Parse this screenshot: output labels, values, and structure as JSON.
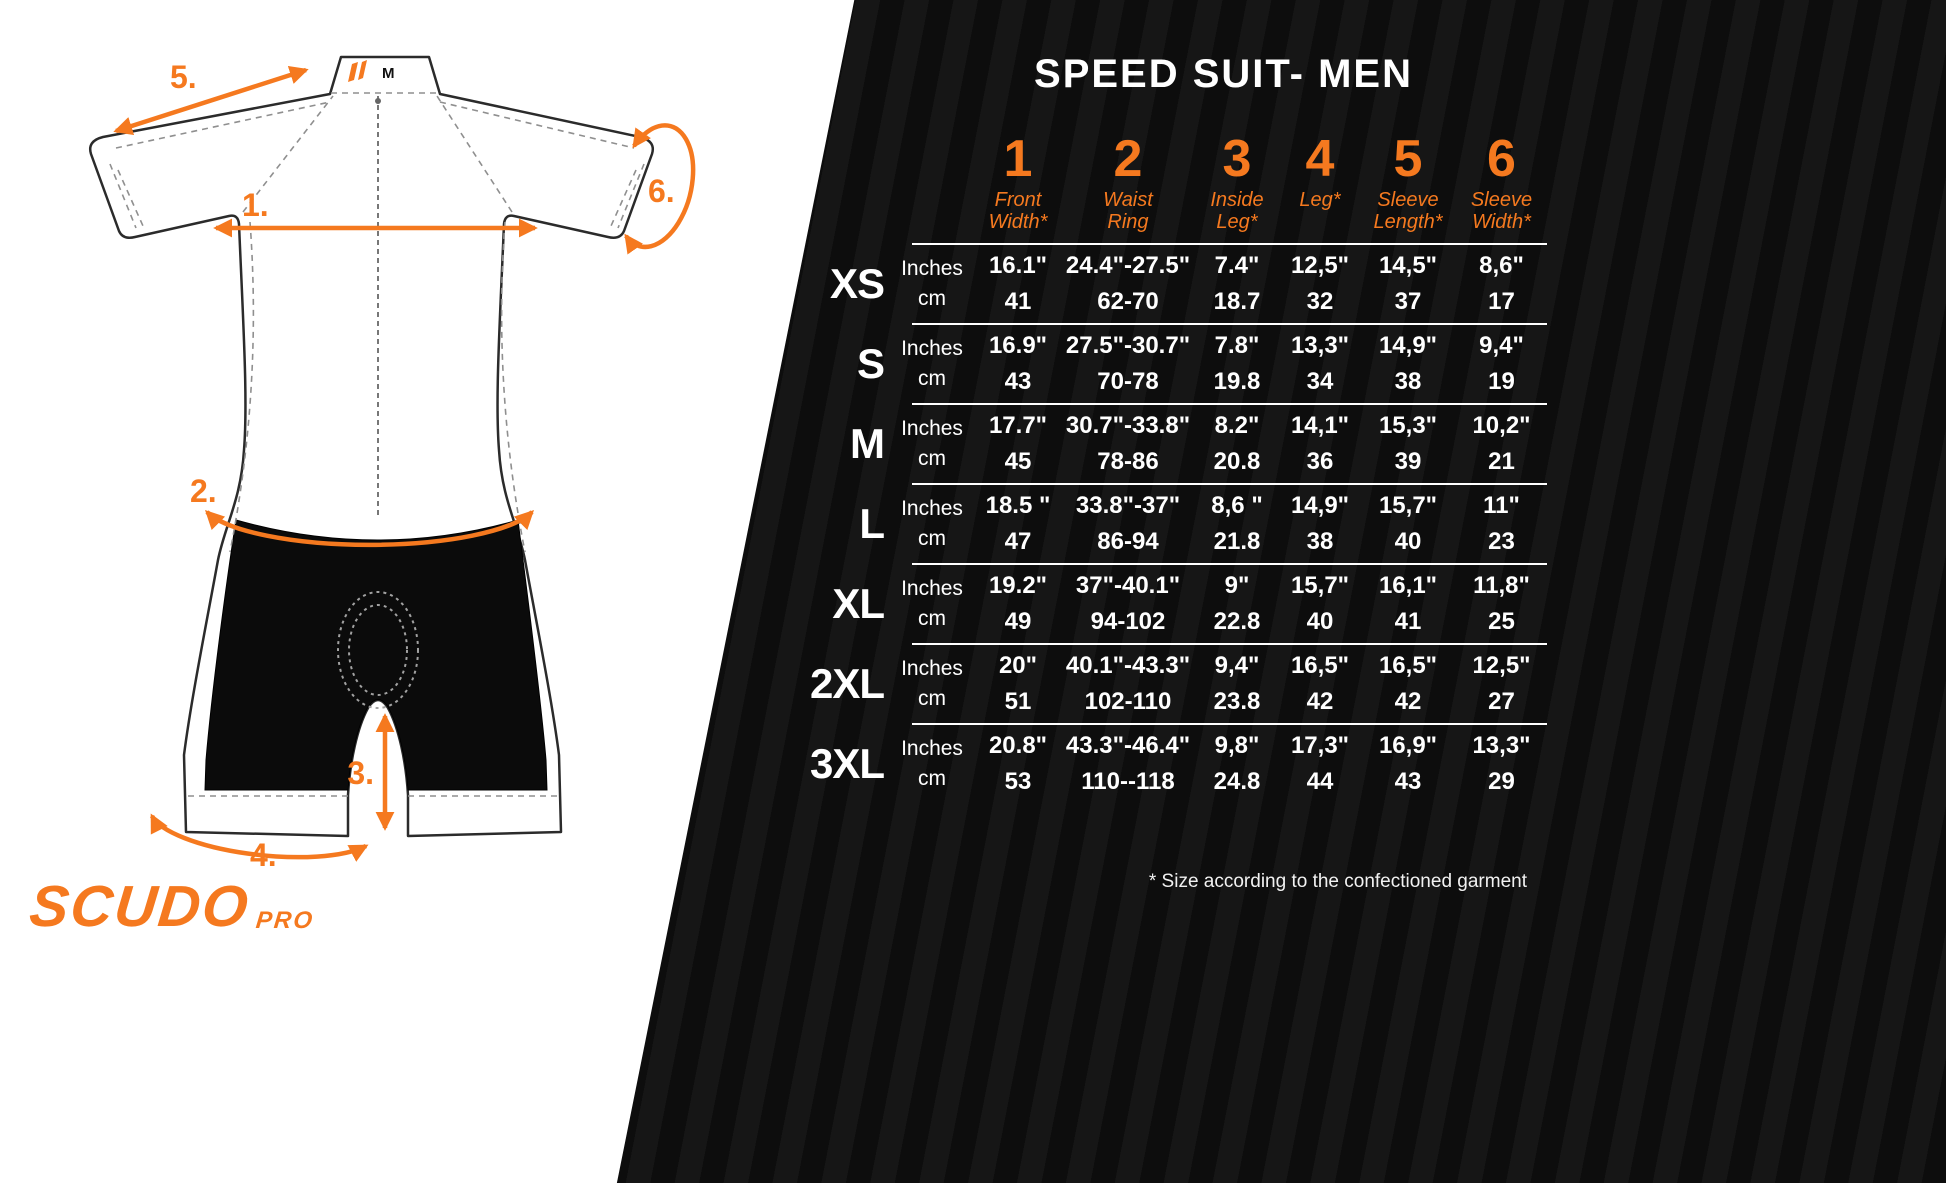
{
  "colors": {
    "accent": "#f5791f",
    "panel_background": "#0d0d0d",
    "panel_stripe": "#161616"
  },
  "brand": {
    "name": "SCUDO",
    "suffix": "PRO"
  },
  "diagram": {
    "size_tag": "M",
    "measure_labels": [
      "1.",
      "2.",
      "3.",
      "4.",
      "5.",
      "6."
    ]
  },
  "table": {
    "title": "SPEED SUIT- MEN",
    "unit_labels": [
      "Inches",
      "cm"
    ],
    "columns": [
      {
        "num": "1",
        "label": "Front Width*"
      },
      {
        "num": "2",
        "label": "Waist Ring"
      },
      {
        "num": "3",
        "label": "Inside Leg*"
      },
      {
        "num": "4",
        "label": "Leg*"
      },
      {
        "num": "5",
        "label": "Sleeve Length*"
      },
      {
        "num": "6",
        "label": "Sleeve Width*"
      }
    ],
    "rows": [
      {
        "size": "XS",
        "inches": [
          "16.1\"",
          "24.4\"-27.5\"",
          "7.4\"",
          "12,5\"",
          "14,5\"",
          "8,6\""
        ],
        "cm": [
          "41",
          "62-70",
          "18.7",
          "32",
          "37",
          "17"
        ]
      },
      {
        "size": "S",
        "inches": [
          "16.9\"",
          "27.5\"-30.7\"",
          "7.8\"",
          "13,3\"",
          "14,9\"",
          "9,4\""
        ],
        "cm": [
          "43",
          "70-78",
          "19.8",
          "34",
          "38",
          "19"
        ]
      },
      {
        "size": "M",
        "inches": [
          "17.7\"",
          "30.7\"-33.8\"",
          "8.2\"",
          "14,1\"",
          "15,3\"",
          "10,2\""
        ],
        "cm": [
          "45",
          "78-86",
          "20.8",
          "36",
          "39",
          "21"
        ]
      },
      {
        "size": "L",
        "inches": [
          "18.5 \"",
          "33.8\"-37\"",
          "8,6 \"",
          "14,9\"",
          "15,7\"",
          "11\""
        ],
        "cm": [
          "47",
          "86-94",
          "21.8",
          "38",
          "40",
          "23"
        ]
      },
      {
        "size": "XL",
        "inches": [
          "19.2\"",
          "37\"-40.1\"",
          "9\"",
          "15,7\"",
          "16,1\"",
          "11,8\""
        ],
        "cm": [
          "49",
          "94-102",
          "22.8",
          "40",
          "41",
          "25"
        ]
      },
      {
        "size": "2XL",
        "inches": [
          "20\"",
          "40.1\"-43.3\"",
          "9,4\"",
          "16,5\"",
          "16,5\"",
          "12,5\""
        ],
        "cm": [
          "51",
          "102-110",
          "23.8",
          "42",
          "42",
          "27"
        ]
      },
      {
        "size": "3XL",
        "inches": [
          "20.8\"",
          "43.3\"-46.4\"",
          "9,8\"",
          "17,3\"",
          "16,9\"",
          "13,3\""
        ],
        "cm": [
          "53",
          "110--118",
          "24.8",
          "44",
          "43",
          "29"
        ]
      }
    ],
    "footnote": "* Size according to the confectioned garment"
  }
}
